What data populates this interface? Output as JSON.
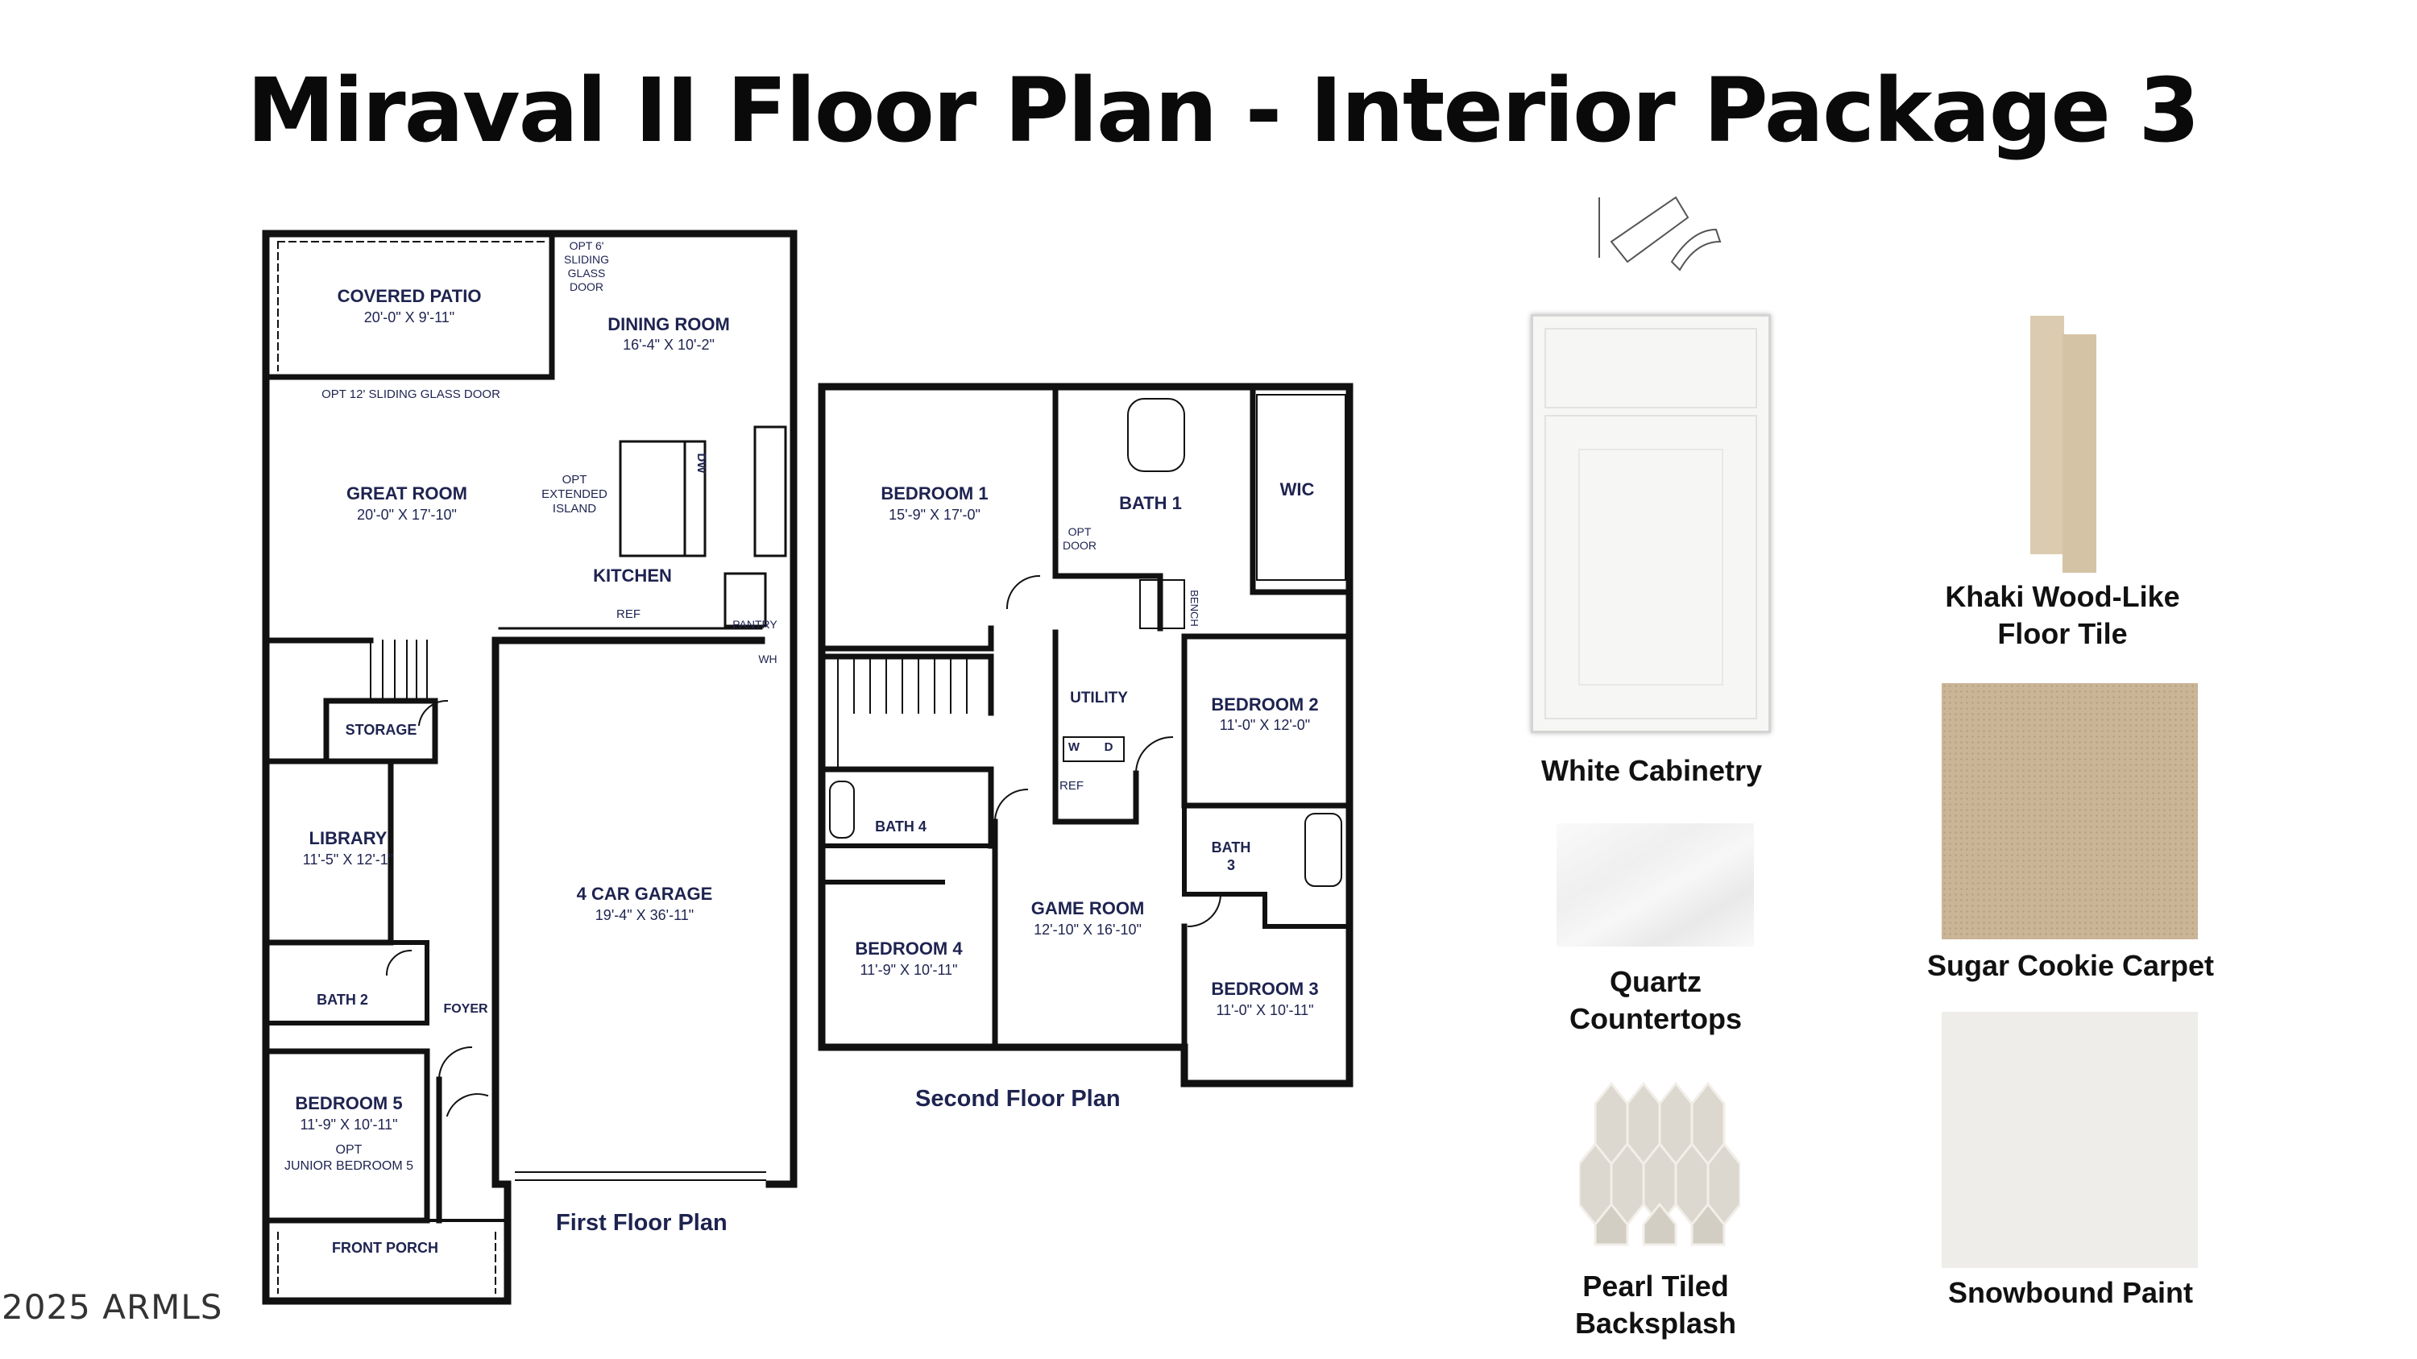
{
  "title": "Miraval II Floor Plan - Interior Package 3",
  "first_floor": {
    "caption": "First Floor Plan",
    "rooms": [
      {
        "name": "COVERED PATIO",
        "dims": "20'-0\" X 9'-11\""
      },
      {
        "name": "DINING ROOM",
        "dims": "16'-4\" X 10'-2\""
      },
      {
        "name": "GREAT ROOM",
        "dims": "20'-0\" X 17'-10\""
      },
      {
        "name": "KITCHEN",
        "dims": ""
      },
      {
        "name": "STORAGE",
        "dims": ""
      },
      {
        "name": "LIBRARY",
        "dims": "11'-5\" X 12'-1\""
      },
      {
        "name": "4 CAR GARAGE",
        "dims": "19'-4\" X 36'-11\""
      },
      {
        "name": "BATH 2",
        "dims": ""
      },
      {
        "name": "FOYER",
        "dims": ""
      },
      {
        "name": "BEDROOM 5",
        "dims": "11'-9\" X 10'-11\""
      },
      {
        "name": "FRONT PORCH",
        "dims": ""
      }
    ],
    "notes": {
      "opt_slider_6_l1": "OPT 6'",
      "opt_slider_6_l2": "SLIDING",
      "opt_slider_6_l3": "GLASS",
      "opt_slider_6_l4": "DOOR",
      "opt_slider_12": "OPT 12' SLIDING GLASS DOOR",
      "opt_island_l1": "OPT",
      "opt_island_l2": "EXTENDED",
      "opt_island_l3": "ISLAND",
      "dw": "DW",
      "ref": "REF",
      "pantry": "PANTRY",
      "wh": "WH",
      "opt_jr_l1": "OPT",
      "opt_jr_l2": "JUNIOR BEDROOM 5"
    }
  },
  "second_floor": {
    "caption": "Second Floor Plan",
    "rooms": [
      {
        "name": "BEDROOM 1",
        "dims": "15'-9\" X 17'-0\""
      },
      {
        "name": "BATH 1",
        "dims": ""
      },
      {
        "name": "WIC",
        "dims": ""
      },
      {
        "name": "UTILITY",
        "dims": ""
      },
      {
        "name": "BEDROOM 2",
        "dims": "11'-0\" X 12'-0\""
      },
      {
        "name": "BATH 4",
        "dims": ""
      },
      {
        "name": "GAME ROOM",
        "dims": "12'-10\" X 16'-10\""
      },
      {
        "name": "BATH",
        "dims": "3"
      },
      {
        "name": "BEDROOM 4",
        "dims": "11'-9\" X 10'-11\""
      },
      {
        "name": "BEDROOM 3",
        "dims": "11'-0\" X 10'-11\""
      }
    ],
    "notes": {
      "opt_door_l1": "OPT",
      "opt_door_l2": "DOOR",
      "bench": "BENCH",
      "w": "W",
      "d": "D",
      "ref": "REF"
    }
  },
  "finishes": [
    {
      "label_lines": [
        "White Cabinetry"
      ],
      "color": "#f4f4f2"
    },
    {
      "label_lines": [
        "Khaki Wood-Like",
        "Floor Tile"
      ],
      "color": "#d9c8ad"
    },
    {
      "label_lines": [
        "Quartz",
        "Countertops"
      ],
      "color": "#f1f1f1"
    },
    {
      "label_lines": [
        "Sugar Cookie Carpet"
      ],
      "color": "#cdb79a"
    },
    {
      "label_lines": [
        "Pearl Tiled",
        "Backsplash"
      ],
      "color": "#dcd8d0"
    },
    {
      "label_lines": [
        "Snowbound Paint"
      ],
      "color": "#efede9"
    }
  ],
  "copyright": "2025 ARMLS"
}
